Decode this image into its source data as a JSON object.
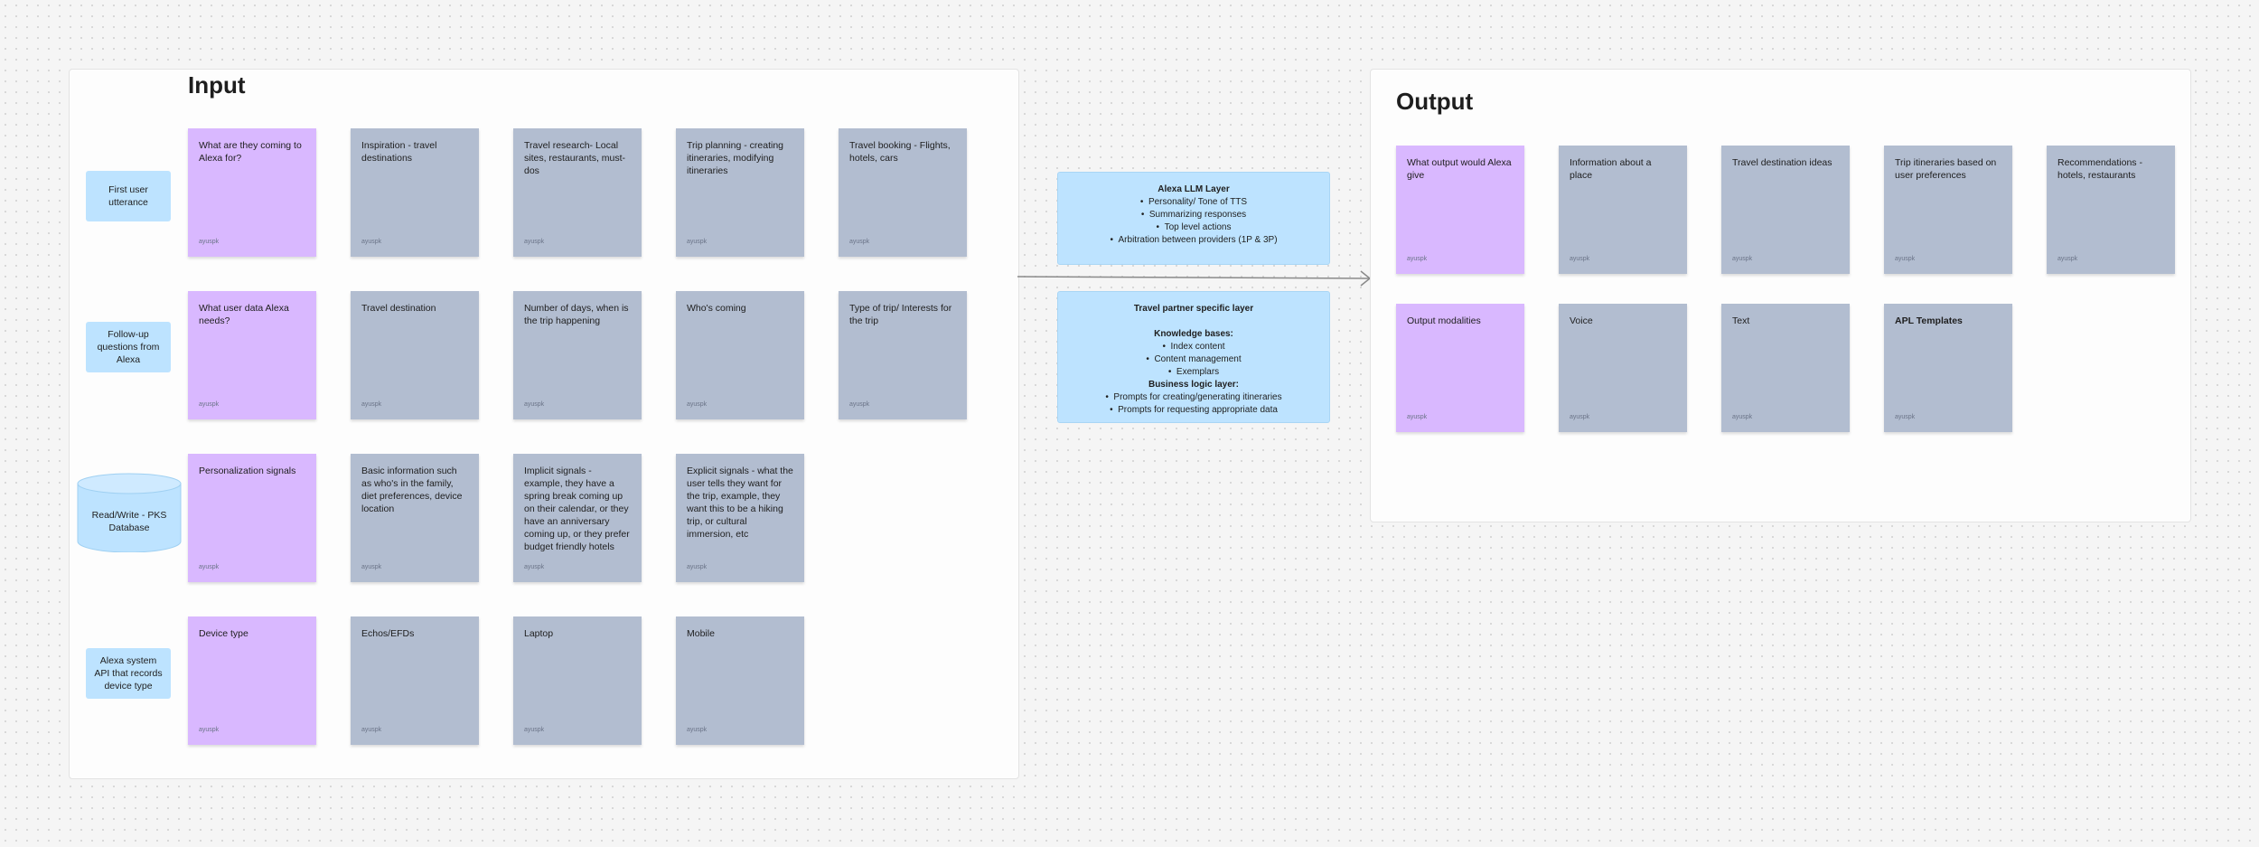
{
  "input": {
    "title": "Input",
    "rows": [
      {
        "label": "First user utterance",
        "label_shape": "box",
        "stickies": [
          {
            "text": "What are they coming to Alexa for?",
            "color": "purple",
            "author": "ayuspk",
            "bold": false
          },
          {
            "text": "Inspiration - travel destinations",
            "color": "gray",
            "author": "ayuspk",
            "bold": false
          },
          {
            "text": "Travel research- Local sites, restaurants, must-dos",
            "color": "gray",
            "author": "ayuspk",
            "bold": false
          },
          {
            "text": "Trip planning - creating itineraries, modifying itineraries",
            "color": "gray",
            "author": "ayuspk",
            "bold": false
          },
          {
            "text": "Travel booking - Flights, hotels, cars",
            "color": "gray",
            "author": "ayuspk",
            "bold": false
          }
        ]
      },
      {
        "label": "Follow-up questions from Alexa",
        "label_shape": "box",
        "stickies": [
          {
            "text": "What user data Alexa needs?",
            "color": "purple",
            "author": "ayuspk",
            "bold": false
          },
          {
            "text": "Travel destination",
            "color": "gray",
            "author": "ayuspk",
            "bold": false
          },
          {
            "text": "Number of days, when is the trip happening",
            "color": "gray",
            "author": "ayuspk",
            "bold": false
          },
          {
            "text": "Who's coming",
            "color": "gray",
            "author": "ayuspk",
            "bold": false
          },
          {
            "text": "Type of trip/ Interests for the trip",
            "color": "gray",
            "author": "ayuspk",
            "bold": false
          }
        ]
      },
      {
        "label": "Read/Write - PKS Database",
        "label_shape": "database",
        "stickies": [
          {
            "text": "Personalization signals",
            "color": "purple",
            "author": "ayuspk",
            "bold": false
          },
          {
            "text": "Basic information such as who's in the family, diet preferences, device location",
            "color": "gray",
            "author": "ayuspk",
            "bold": false
          },
          {
            "text": "Implicit signals - example, they have a spring break coming up on their calendar, or they have an anniversary coming up, or they prefer budget friendly hotels",
            "color": "gray",
            "author": "ayuspk",
            "bold": false
          },
          {
            "text": "Explicit signals - what the user tells they want for the trip, example, they want this to be a hiking trip, or cultural immersion, etc",
            "color": "gray",
            "author": "ayuspk",
            "bold": false
          }
        ]
      },
      {
        "label": "Alexa system API that records device type",
        "label_shape": "box",
        "stickies": [
          {
            "text": "Device type",
            "color": "purple",
            "author": "ayuspk",
            "bold": false
          },
          {
            "text": "Echos/EFDs",
            "color": "gray",
            "author": "ayuspk",
            "bold": false
          },
          {
            "text": "Laptop",
            "color": "gray",
            "author": "ayuspk",
            "bold": false
          },
          {
            "text": "Mobile",
            "color": "gray",
            "author": "ayuspk",
            "bold": false
          }
        ]
      }
    ]
  },
  "layers": {
    "llm": {
      "title": "Alexa LLM Layer",
      "items": [
        "Personality/ Tone of TTS",
        "Summarizing responses",
        "Top level actions",
        "Arbitration between providers (1P & 3P)"
      ]
    },
    "partner": {
      "title": "Travel partner specific layer",
      "kb_title": "Knowledge bases:",
      "kb_items": [
        "Index content",
        "Content management",
        "Exemplars"
      ],
      "bl_title": "Business logic layer:",
      "bl_items": [
        "Prompts for creating/generating itineraries",
        "Prompts for requesting appropriate data"
      ]
    }
  },
  "output": {
    "title": "Output",
    "rows": [
      {
        "stickies": [
          {
            "text": "What output would Alexa give",
            "color": "purple",
            "author": "ayuspk",
            "bold": false
          },
          {
            "text": "Information about a place",
            "color": "gray",
            "author": "ayuspk",
            "bold": false
          },
          {
            "text": "Travel destination ideas",
            "color": "gray",
            "author": "ayuspk",
            "bold": false
          },
          {
            "text": "Trip itineraries based on user preferences",
            "color": "gray",
            "author": "ayuspk",
            "bold": false
          },
          {
            "text": "Recommendations - hotels, restaurants",
            "color": "gray",
            "author": "ayuspk",
            "bold": false
          }
        ]
      },
      {
        "stickies": [
          {
            "text": "Output modalities",
            "color": "purple",
            "author": "ayuspk",
            "bold": false
          },
          {
            "text": "Voice",
            "color": "gray",
            "author": "ayuspk",
            "bold": false
          },
          {
            "text": "Text",
            "color": "gray",
            "author": "ayuspk",
            "bold": false
          },
          {
            "text": "APL Templates",
            "color": "gray",
            "author": "ayuspk",
            "bold": true
          }
        ]
      }
    ]
  },
  "colors": {
    "sticky_purple": "#d9b8ff",
    "sticky_gray": "#b2bdd0",
    "label_blue": "#bde3ff",
    "arrow": "#8a8a8a"
  }
}
